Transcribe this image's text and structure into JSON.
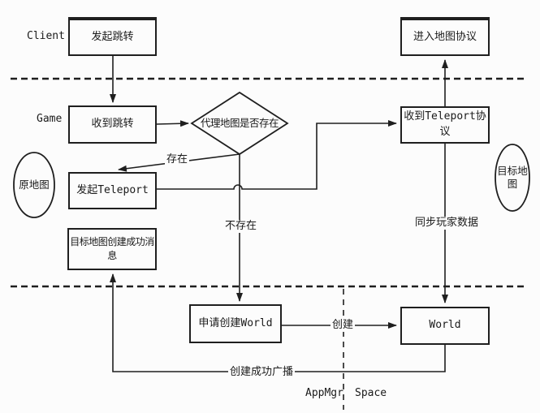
{
  "diagram": {
    "lanes": {
      "client": "Client",
      "game": "Game",
      "appmgr": "AppMgr",
      "space": "Space"
    },
    "actors": {
      "source_map": "原地图",
      "target_map": "目标地图"
    },
    "nodes": {
      "initiate_jump": "发起跳转",
      "enter_map_protocol": "进入地图协议",
      "receive_jump": "收到跳转",
      "proxy_map_decision": "代理地图是否存在",
      "initiate_teleport": "发起Teleport",
      "receive_teleport_protocol": "收到Teleport协议",
      "target_map_created_message": "目标地图创建成功消息",
      "request_create_world": "申请创建World",
      "world": "World"
    },
    "edge_labels": {
      "exists": "存在",
      "not_exists": "不存在",
      "sync_player_data": "同步玩家数据",
      "create": "创建",
      "create_success_broadcast": "创建成功广播"
    },
    "colors": {
      "line": "#1f1f1f",
      "background": "#fcfcfc",
      "text": "#1a1a1a"
    }
  }
}
